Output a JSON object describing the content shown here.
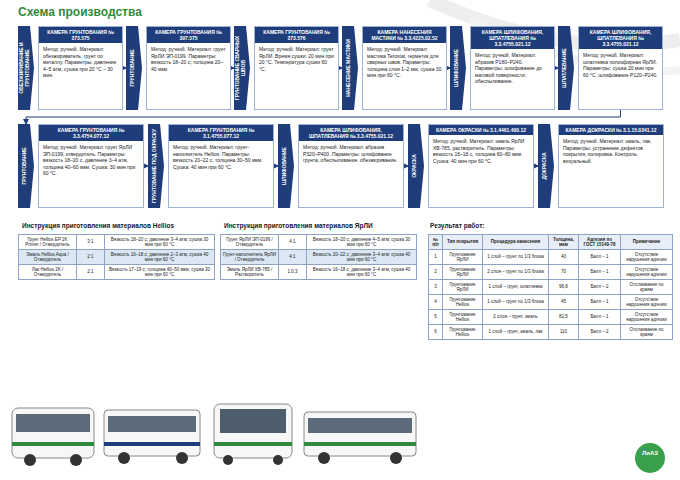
{
  "diagram": {
    "title": "Схема производства",
    "nodes": [
      {
        "text": [
          "ОБЕЗЖИРИВАНИЕ И ГРУНТОВАНИЕ"
        ]
      },
      {
        "text": [
          "КАМЕРА ГРУНТОВАНИЯ № 373.575",
          "Метод: ручной. Материал: обезжириватель, грунт по металлу. Параметры: давление 4–5 атм, сушка при 20 °С – 30 мин."
        ]
      },
      {
        "text": [
          "ГРУНТОВАНИЕ"
        ]
      },
      {
        "text": [
          "КАМЕРА ГРУНТОВАНИЯ № 397.575",
          "Метод: ручной. Материал: грунт ЯрЛИ ЭП-0199. Параметры: вязкость 18–20 с, толщина 20–40 мкм."
        ]
      },
      {
        "text": [
          "ГРУНТОВАНИЕ СВАРНЫХ ШВОВ"
        ]
      },
      {
        "text": [
          "КАМЕРА ГРУНТОВАНИЯ № 373.576",
          "Метод: ручной. Материал: грунт ЯрЛИ. Время сушки: 20 мин при 20 °С. Температура сушки 60 °С."
        ]
      },
      {
        "text": [
          "НАНЕСЕНИЕ МАСТИКИ"
        ]
      },
      {
        "text": [
          "КАМЕРА НАНЕСЕНИЯ МАСТИКИ № 3.3.4225.02.52",
          "Метод: ручной. Материал: мастика Terostat, герметик для сварных швов. Параметры: толщина слоя 1–2 мм, сушка 30 мин при 60 °С."
        ]
      },
      {
        "text": [
          "ШЛИФОВАНИЕ"
        ]
      },
      {
        "text": [
          "КАМЕРА ШЛИФОВАНИЯ, ШПАТЛЕВАНИЯ № 3.3.4755.021.12",
          "Метод: ручной. Материал: абразив Р180–Р240. Параметры: шлифование до матовой поверхности, обеспыливание."
        ]
      },
      {
        "text": [
          "ШПАТЛЕВАНИЕ"
        ]
      },
      {
        "text": [
          "КАМЕРА ШЛИФОВАНИЯ, ШПАТЛЕВАНИЯ № 3.3.4755.021.12",
          "Метод: ручной. Материал: шпатлевка полиэфирная ЯрЛИ. Параметры: сушка 20 мин при 60 °С, шлифование Р120–Р240."
        ]
      },
      {
        "text": [
          "ГРУНТОВАНИЕ"
        ]
      },
      {
        "text": [
          "КАМЕРА ГРУНТОВАНИЯ № 3.3.4754.077.12",
          "Метод: ручной. Материал: грунт ЯрЛИ ЭП-0199, отвердитель. Параметры: вязкость 18–20 с, давление 3–4 атм, толщина 40–60 мкм. Сушка: 30 мин при 60 °С."
        ]
      },
      {
        "text": [
          "ГРУНТОВАНИЕ ПОД ОКРАСКУ"
        ]
      },
      {
        "text": [
          "КАМЕРА ГРУНТОВАНИЯ № 3.1.4755.077.12",
          "Метод: ручной. Материал: грунт-наполнитель Hellios. Параметры: вязкость 20–22 с, толщина 30–50 мкм. Сушка: 40 мин при 60 °С."
        ]
      },
      {
        "text": [
          "ШЛИФОВАНИЕ"
        ]
      },
      {
        "text": [
          "КАМЕРА ШЛИФОВАНИЯ, ШПАТЛЕВАНИЯ № 3.3.4755.021.12",
          "Метод: ручной. Материал: абразив Р320–Р400. Параметры: шлифование грунта, обеспыливание, обезжиривание."
        ]
      },
      {
        "text": [
          "ОКРАСКА"
        ]
      },
      {
        "text": [
          "КАМЕРА ОКРАСКИ № 3.1.4461.400.12",
          "Метод: ручной. Материал: эмаль ЯрЛИ ХВ-785, растворитель. Параметры: вязкость 16–18 с, толщина 60–80 мкм. Сушка: 40 мин при 60 °С."
        ]
      },
      {
        "text": [
          "ДОКРАСКА"
        ]
      },
      {
        "text": [
          "КАМЕРА ДОКРАСКИ № 3.1.15.0341.12",
          "Метод: ручной. Материал: эмаль, лак. Параметры: устранение дефектов покрытия, полировка. Контроль: визуальный."
        ]
      }
    ],
    "edges": [
      {
        "from": 1,
        "to": 2,
        "arrow": "to"
      },
      {
        "from": 3,
        "to": 4,
        "arrow": "to"
      },
      {
        "from": 5,
        "to": 6,
        "arrow": "to"
      },
      {
        "from": 7,
        "to": 8,
        "arrow": "to"
      },
      {
        "from": 9,
        "to": 10,
        "arrow": "to"
      },
      {
        "from": 11,
        "to": 12,
        "arrow": "to"
      },
      {
        "from": 13,
        "to": 14,
        "arrow": "to"
      },
      {
        "from": 15,
        "to": 16,
        "arrow": "to"
      },
      {
        "from": 17,
        "to": 18,
        "arrow": "to"
      },
      {
        "from": 19,
        "to": 20,
        "arrow": "to"
      }
    ],
    "labels": [
      "Инструкция приготовления материалов Hellios",
      "Грунт Hellios EP 2K Primer / Отвердитель",
      "3:1",
      "Вязкость 18–20 с; давление 3–4 атм; сушка 30 мин при 60 °С",
      "Эмаль Hellios Aqua / Отвердитель",
      "2:1",
      "Вязкость 16–18 с; давление 2–3 атм; сушка 40 мин при 60 °С",
      "Лак Hellios 2K / Отвердитель",
      "2:1",
      "Вязкость 17–19 с; толщина 40–50 мкм; сушка 30 мин при 60 °С",
      "Инструкция приготовления материалов ЯрЛИ",
      "Грунт ЯрЛИ ЭП-0199 / Отвердитель",
      "4:1",
      "Вязкость 18–20 с; давление 4–5 атм; сушка 30 мин при 60 °С",
      "Грунт-наполнитель ЯрЛИ / Отвердитель",
      "4:1",
      "Вязкость 20–22 с; давление 3–4 атм; сушка 40 мин при 60 °С",
      "Эмаль ЯрЛИ ХВ-785 / Растворитель",
      "1:0,3",
      "Вязкость 16–18 с; давление 3–4 атм; сушка 40 мин при 60 °С",
      "Результат работ:",
      "№ п/п",
      "Тип покрытия",
      "Процедура нанесения",
      "Толщина, мкм",
      "Адгезия по ГОСТ 15140-78",
      "Примечание",
      "1",
      "Грунтование ЯрЛИ",
      "1 слой – грунт по 1/3 блока",
      "40",
      "Балл – 1",
      "Отсутствие нарушения адгезии",
      "2",
      "Грунтование ЯрЛИ",
      "2 слоя – грунт по 1/3 блока",
      "70",
      "Балл – 1",
      "Отсутствие нарушения адгезии",
      "3",
      "Грунтование ЯрЛИ",
      "1 слой – грунт, шпатлевка",
      "98,8",
      "Балл – 2",
      "Отслаивание по краям",
      "4",
      "Грунтование Hellios",
      "1 слой – грунт по 1/3 блока",
      "45",
      "Балл – 1",
      "Отсутствие нарушения адгезии",
      "5",
      "Грунтование Hellios",
      "2 слоя – грунт, эмаль",
      "82,5",
      "Балл – 1",
      "Отсутствие нарушения адгезии",
      "6",
      "Грунтование Hellios",
      "1 слой – грунт, эмаль, лак",
      "110",
      "Балл – 2",
      "Отслаивание по краям",
      "ЛиАЗ"
    ]
  }
}
